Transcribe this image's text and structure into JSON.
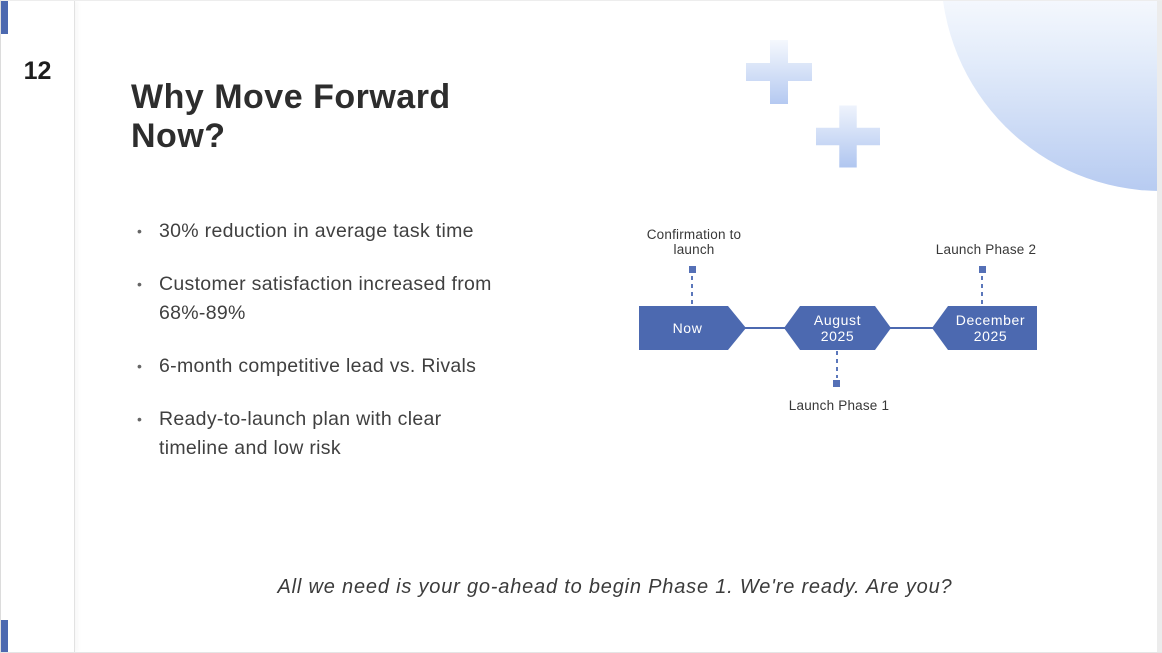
{
  "slide": {
    "page_number": "12",
    "title": "Why Move Forward\nNow?",
    "bullet_glyph": "•",
    "bullets": [
      "30% reduction in average task time",
      "Customer satisfaction increased from\n68%-89%",
      "6-month competitive lead vs. Rivals",
      "Ready-to-launch plan with clear\ntimeline and low risk"
    ],
    "timeline": {
      "milestones": [
        "Now",
        "August\n2025",
        "December\n2025"
      ],
      "annotations": {
        "confirmation": "Confirmation to\nlaunch",
        "phase1": "Launch Phase 1",
        "phase2": "Launch Phase 2"
      }
    },
    "closing_line": "All we need is your go-ahead to begin Phase 1. We're ready. Are you?",
    "colors": {
      "accent_blue": "#4c69b0",
      "connector_blue": "#5b77bb",
      "plus_gradient_top": "#f5f8fd",
      "plus_gradient_bottom": "#b5c9f1",
      "circle_gradient_bottom": "#b7cbf1",
      "title_text": "#2d2d2d",
      "body_text": "#404040"
    }
  }
}
